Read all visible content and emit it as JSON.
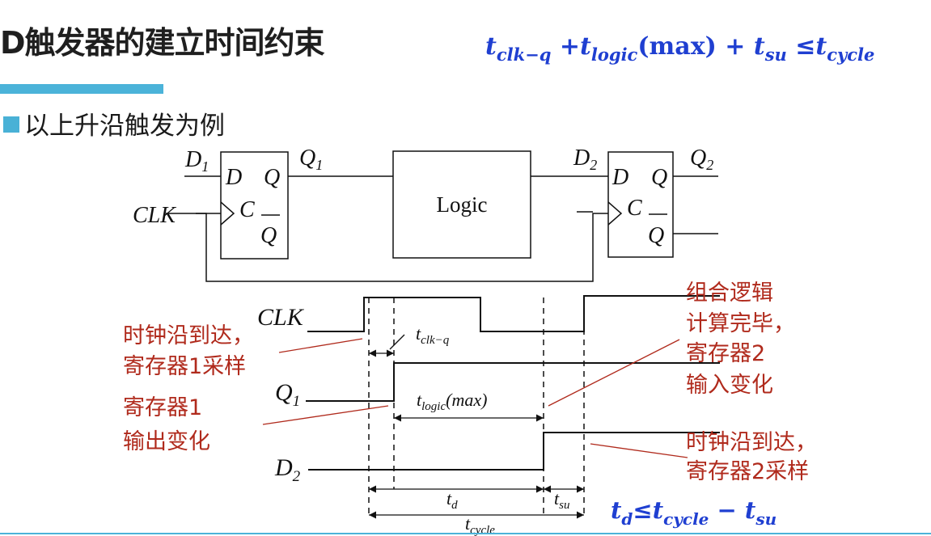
{
  "slide": {
    "title": "D触发器的建立时间约束",
    "formula_top": {
      "t1": "t",
      "s1": "clk−q",
      "op1": " +",
      "t2": "t",
      "s2": "logic",
      "paren": "(max)",
      "op2": " + ",
      "t3": "t",
      "s3": "su",
      "op3": " ≤",
      "t4": "t",
      "s4": "cycle"
    },
    "bullet": "以上升沿触发为例",
    "formula_bottom": {
      "t1": "t",
      "s1": "d",
      "op1": "≤",
      "t2": "t",
      "s2": "cycle",
      "op2": " − ",
      "t3": "t",
      "s3": "su"
    }
  },
  "circuit": {
    "ff1": {
      "d_in": "D",
      "d_in_sub": "1",
      "d_pin": "D",
      "q_pin": "Q",
      "c_pin": "C",
      "qbar_pin": "Q",
      "q_out": "Q",
      "q_out_sub": "1"
    },
    "clk_label": "CLK",
    "logic_label": "Logic",
    "ff2": {
      "d_in": "D",
      "d_in_sub": "2",
      "d_pin": "D",
      "q_pin": "Q",
      "c_pin": "C",
      "qbar_pin": "Q",
      "q_out": "Q",
      "q_out_sub": "2"
    }
  },
  "timing": {
    "clk_label": "CLK",
    "q1_label": "Q",
    "q1_sub": "1",
    "d2_label": "D",
    "d2_sub": "2",
    "tclkq": "t",
    "tclkq_sub": "clk−q",
    "tlogic": "t",
    "tlogic_sub": "logic",
    "tlogic_paren": "(max)",
    "td": "t",
    "td_sub": "d",
    "tsu": "t",
    "tsu_sub": "su",
    "tcycle": "t",
    "tcycle_sub": "cycle"
  },
  "annotations": {
    "a1_line1": "时钟沿到达，",
    "a1_line2": "寄存器1采样",
    "a2_line1": "寄存器1",
    "a2_line2": "输出变化",
    "a3_line1": "组合逻辑",
    "a3_line2": "计算完毕，",
    "a3_line3": "寄存器2",
    "a3_line4": "输入变化",
    "a4_line1": "时钟沿到达，",
    "a4_line2": "寄存器2采样"
  },
  "colors": {
    "accent": "#4bb3d9",
    "formula": "#1f3fd1",
    "annotation": "#b02a1c"
  }
}
